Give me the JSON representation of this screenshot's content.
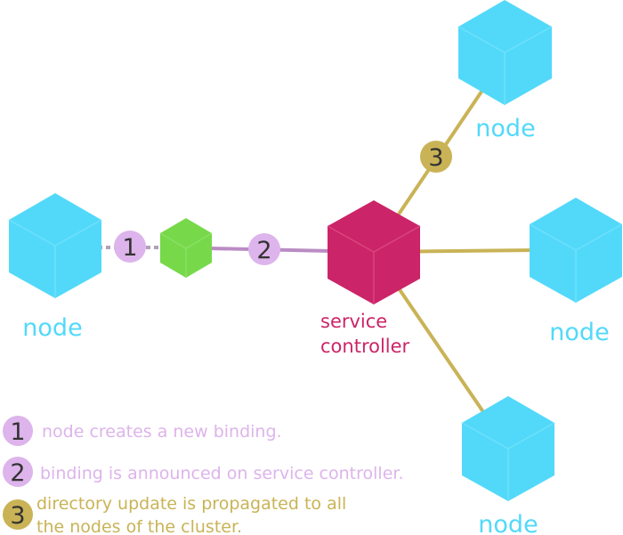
{
  "colors": {
    "node": "#52D9FA",
    "node_shade": "#6EE0FB",
    "controller": "#CC2468",
    "binding": "#77D94A",
    "step_purple": "#DDB4EB",
    "step_gold": "#C9B356",
    "text_node": "#52D9FA",
    "text_controller": "#CC2468",
    "text_legend_purple": "#DDB4EB",
    "text_legend_gold": "#C9B356",
    "text_number": "#333333"
  },
  "nodes": [
    {
      "id": "left",
      "label": "node"
    },
    {
      "id": "top-right",
      "label": "node"
    },
    {
      "id": "right",
      "label": "node"
    },
    {
      "id": "bottom-right",
      "label": "node"
    }
  ],
  "controller": {
    "label_line1": "service",
    "label_line2": "controller"
  },
  "steps": [
    {
      "number": "1",
      "text": "node creates a new binding."
    },
    {
      "number": "2",
      "text": "binding is announced on service controller."
    },
    {
      "number": "3",
      "text_line1": "directory update is propagated to all",
      "text_line2": "the nodes of the cluster."
    }
  ]
}
